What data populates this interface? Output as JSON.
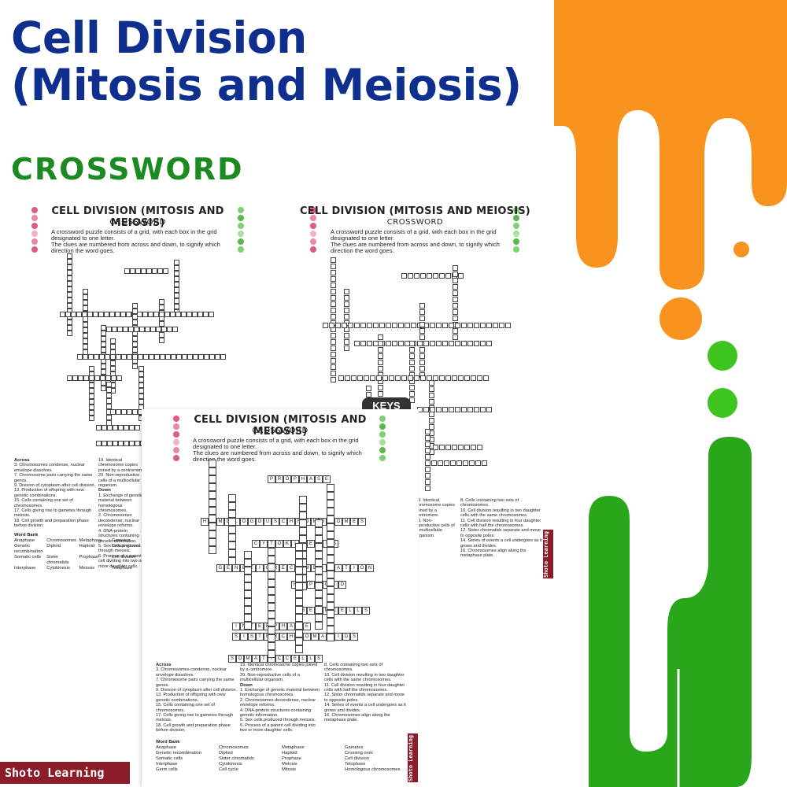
{
  "header": {
    "title_line1": "Cell Division",
    "title_line2": "(Mitosis and Meiosis)",
    "subtitle": "CROSSWORD"
  },
  "sheet": {
    "title": "CELL DIVISION (MITOSIS AND MEIOSIS)",
    "subtitle": "CROSSWORD",
    "instruction1": "A crossword puzzle consists of a grid, with each box in the grid designated to one letter.",
    "instruction2": "The clues are numbered from across and down, to signify which direction the word goes.",
    "across_heading": "Across",
    "down_heading": "Down",
    "word_bank_heading": "Word Bank",
    "across": [
      "3. Chromosomes condense, nuclear envelope dissolves.",
      "7. Chromosome pairs carrying the same genes.",
      "9. Division of cytoplasm after cell division.",
      "13. Production of offspring with new genetic combinations.",
      "15. Cells containing one set of chromosomes.",
      "17. Cells giving rise to gametes through meiosis.",
      "18. Cell growth and preparation phase before division."
    ],
    "col2": [
      "19. Identical chromosome copies joined by a centromere.",
      "20. Non-reproductive cells of a multicellular organism."
    ],
    "down": [
      "1. Exchange of genetic material between homologous chromosomes.",
      "2. Chromosomes decondense, nuclear envelope reforms.",
      "4. DNA-protein structures containing genetic information.",
      "5. Sex cells produced through meiosis.",
      "6. Process of a parent cell dividing into two or more daughter cells."
    ],
    "col3": [
      "8. Cells containing two sets of chromosomes.",
      "10. Cell division resulting in two daughter cells with the same chromosomes.",
      "11. Cell division resulting in four daughter cells with half the chromosomes.",
      "12. Sister chromatids separate and move to opposite poles.",
      "14. Series of events a cell undergoes as it grows and divides.",
      "16. Chromosomes align along the metaphase plate."
    ],
    "word_bank": [
      [
        "Anaphase",
        "Chromosomes",
        "Metaphase",
        "Gametes"
      ],
      [
        "Genetic recombination",
        "Diploid",
        "Haploid",
        "Crossing over"
      ],
      [
        "Somatic cells",
        "Sister chromatids",
        "Prophase",
        "Cell division"
      ],
      [
        "Interphase",
        "Cytokinesis",
        "Meiosis",
        "Telophase"
      ],
      [
        "Germ cells",
        "Cell cycle",
        "Mitosis",
        "Homologous chromosomes"
      ]
    ]
  },
  "keys": {
    "badge": "KEYS",
    "answers_across": [
      "PROPHASE",
      "HOMOLOGOUSCHROMOSOMES",
      "CYTOKINESIS",
      "GENETICRECOMBINATION",
      "HAPLOID",
      "GERMCELLS",
      "INTERPHASE",
      "SISTERCHROMATIDS",
      "SOMATICCELLS"
    ]
  },
  "branding": {
    "name": "Shoto Learning"
  },
  "colors": {
    "title": "#0f2f8e",
    "subtitle": "#1b8a21",
    "orange": "#f7931e",
    "green": "#2aa61a",
    "brand": "#8b1c2a"
  }
}
